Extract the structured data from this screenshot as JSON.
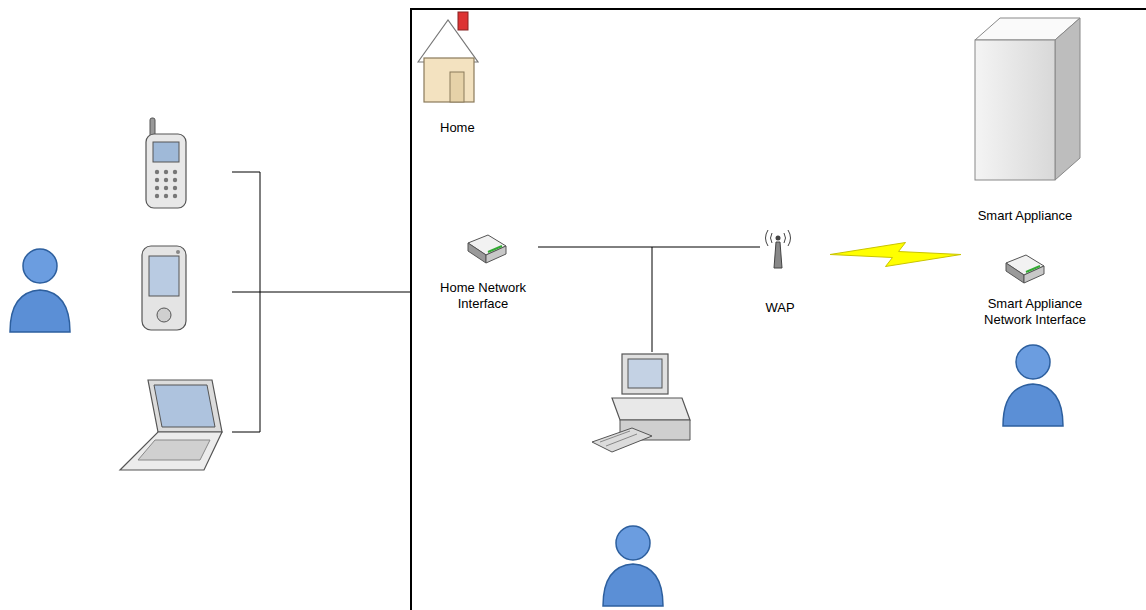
{
  "diagram": {
    "nodes": [
      {
        "text": [
          "Home"
        ]
      },
      {
        "text": [
          "Home Network Interface"
        ],
        "in": 0
      },
      {
        "text": [
          "WAP"
        ],
        "in": 0
      },
      {
        "text": [
          "Smart Appliance"
        ],
        "in": 0
      },
      {
        "text": [
          "Smart Appliance Network Interface"
        ],
        "in": 0
      }
    ],
    "edges": [
      {
        "from": 1,
        "to": 2,
        "arrow": "none"
      },
      {
        "from": 2,
        "to": 4,
        "arrow": "none"
      }
    ]
  }
}
